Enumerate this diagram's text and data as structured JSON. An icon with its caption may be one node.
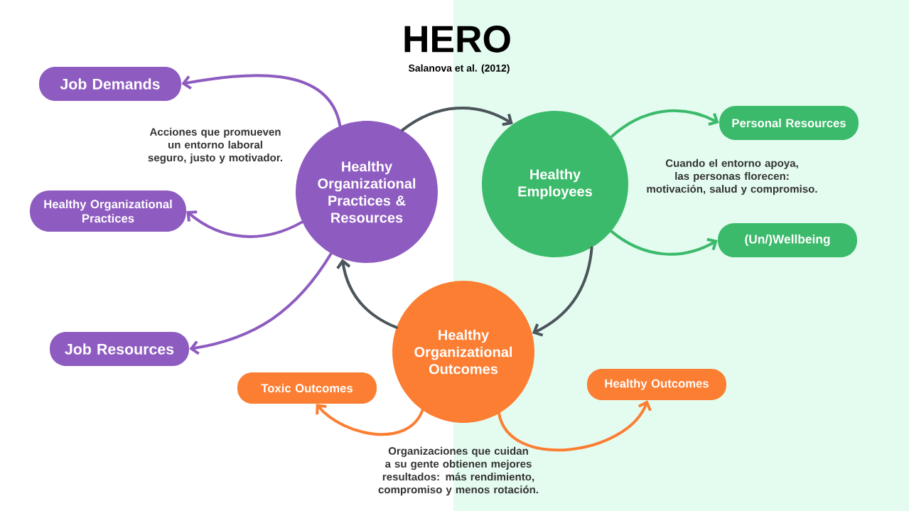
{
  "diagram": {
    "title": "HERO",
    "nodes": [
      {
        "text": [
          "Healthy Organizational Practices & Resources"
        ],
        "beside": [
          "Acciones que promueven un entorno laboral seguro, justo y motivador."
        ]
      },
      {
        "text": [
          "Healthy Employees"
        ],
        "beside": [
          "Cuando el entorno apoya, las personas florecen: motivación, salud y compromiso."
        ]
      },
      {
        "text": [
          "Healthy Organizational Outcomes"
        ],
        "beside": [
          "Organizaciones que cuidan a su gente obtienen mejores resultados: más rendimiento, compromiso y menos rotación."
        ]
      },
      {
        "text": [
          "Job Demands"
        ]
      },
      {
        "text": [
          "Healthy Organizational Practices"
        ]
      },
      {
        "text": [
          "Job Resources"
        ]
      },
      {
        "text": [
          "Personal Resources"
        ]
      },
      {
        "text": [
          "(Un/)Wellbeing"
        ]
      },
      {
        "text": [
          "Toxic Outcomes"
        ]
      },
      {
        "text": [
          "Healthy Outcomes"
        ]
      }
    ],
    "edges": [
      {
        "from": 0,
        "to": 1,
        "arrow": "to",
        "color": "#4b555b"
      },
      {
        "from": 1,
        "to": 2,
        "arrow": "to",
        "color": "#4b555b"
      },
      {
        "from": 2,
        "to": 0,
        "arrow": "to",
        "color": "#4b555b"
      },
      {
        "from": 0,
        "to": 3,
        "arrow": "to",
        "color": "#8e5cc0"
      },
      {
        "from": 0,
        "to": 4,
        "arrow": "to",
        "color": "#8e5cc0"
      },
      {
        "from": 0,
        "to": 5,
        "arrow": "to",
        "color": "#8e5cc0"
      },
      {
        "from": 1,
        "to": 6,
        "arrow": "to",
        "color": "#3cba6b"
      },
      {
        "from": 1,
        "to": 7,
        "arrow": "to",
        "color": "#3cba6b"
      },
      {
        "from": 2,
        "to": 8,
        "arrow": "to",
        "color": "#fb7e33"
      },
      {
        "from": 2,
        "to": 9,
        "arrow": "to",
        "color": "#fb7e33"
      }
    ],
    "labels": [
      "Salanova et al. (2012)"
    ]
  }
}
